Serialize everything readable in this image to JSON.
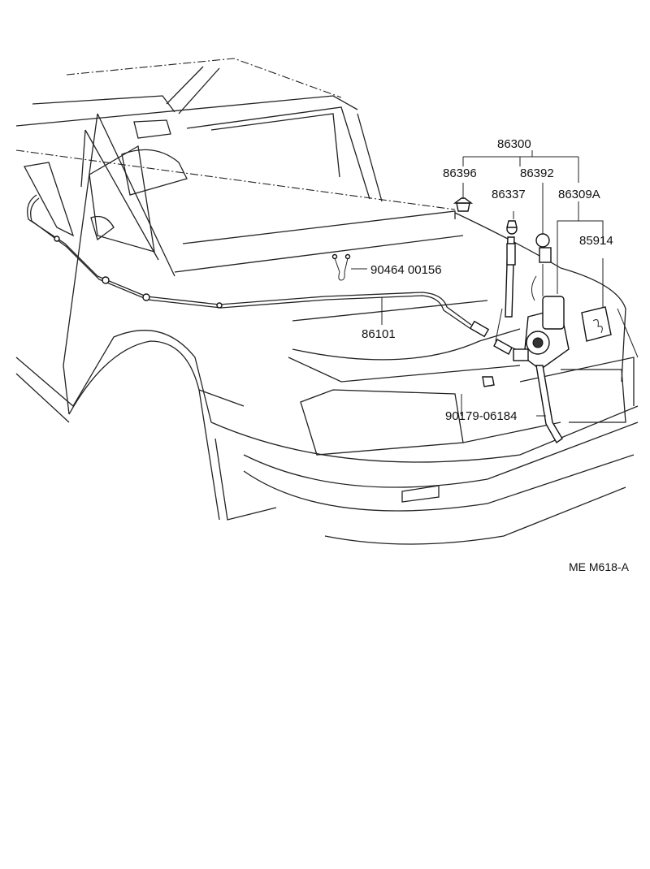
{
  "diagram": {
    "reference_code": "ME M618-A",
    "parts": [
      {
        "id": "p86300",
        "number": "86300"
      },
      {
        "id": "p86396",
        "number": "86396"
      },
      {
        "id": "p86392",
        "number": "86392"
      },
      {
        "id": "p86337",
        "number": "86337"
      },
      {
        "id": "p86309A",
        "number": "86309A"
      },
      {
        "id": "p85914",
        "number": "85914"
      },
      {
        "id": "p90464",
        "number": "90464 00156"
      },
      {
        "id": "p86101",
        "number": "86101"
      },
      {
        "id": "p90179",
        "number": "90179-06184"
      }
    ]
  }
}
